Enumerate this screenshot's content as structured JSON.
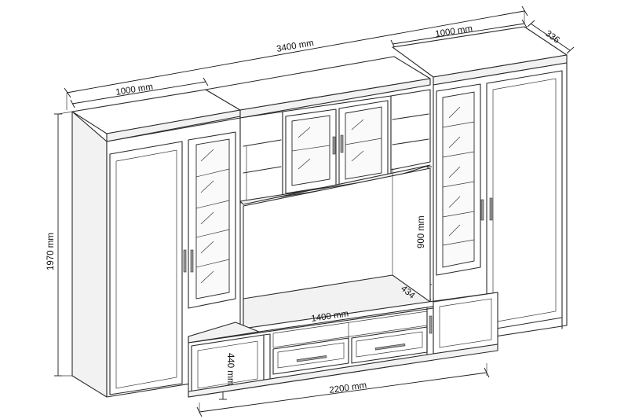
{
  "dimensions": {
    "total_width": "3400 mm",
    "left_cabinet_width": "1000 mm",
    "right_cabinet_width": "1000 mm",
    "depth_right": "336",
    "height_total": "1970 mm",
    "niche_height": "900 mm",
    "niche_depth": "434",
    "niche_width": "1400 mm",
    "tv_stand_height": "440 mm",
    "tv_stand_width": "2200 mm"
  }
}
